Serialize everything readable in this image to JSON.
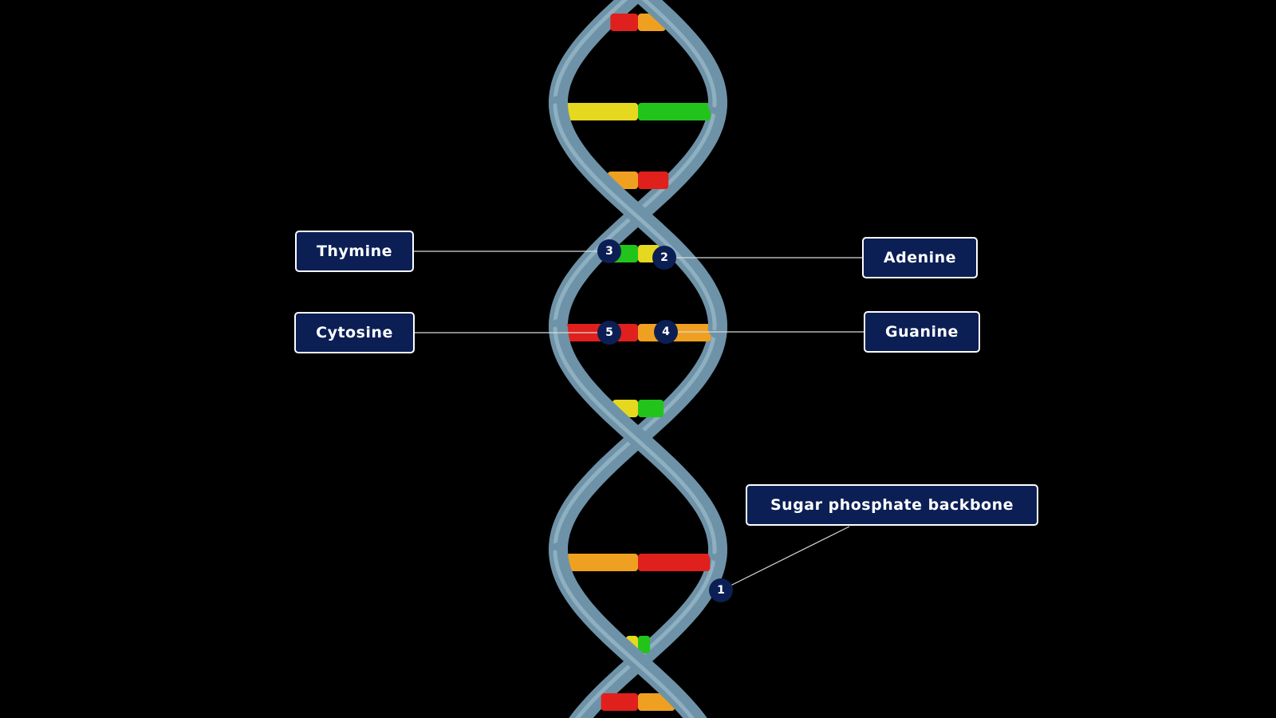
{
  "labels": {
    "thymine": "Thymine",
    "adenine": "Adenine",
    "cytosine": "Cytosine",
    "guanine": "Guanine",
    "backbone": "Sugar phosphate backbone"
  },
  "markers": {
    "backbone": "1",
    "adenine": "2",
    "thymine": "3",
    "guanine": "4",
    "cytosine": "5"
  },
  "colors": {
    "background": "#000000",
    "backbone": "#6e93a8",
    "label_fill": "#0b1f55",
    "label_border": "#ffffff",
    "adenine": "#e6d81e",
    "thymine": "#22c41c",
    "cytosine": "#e0201c",
    "guanine": "#f0a020"
  }
}
